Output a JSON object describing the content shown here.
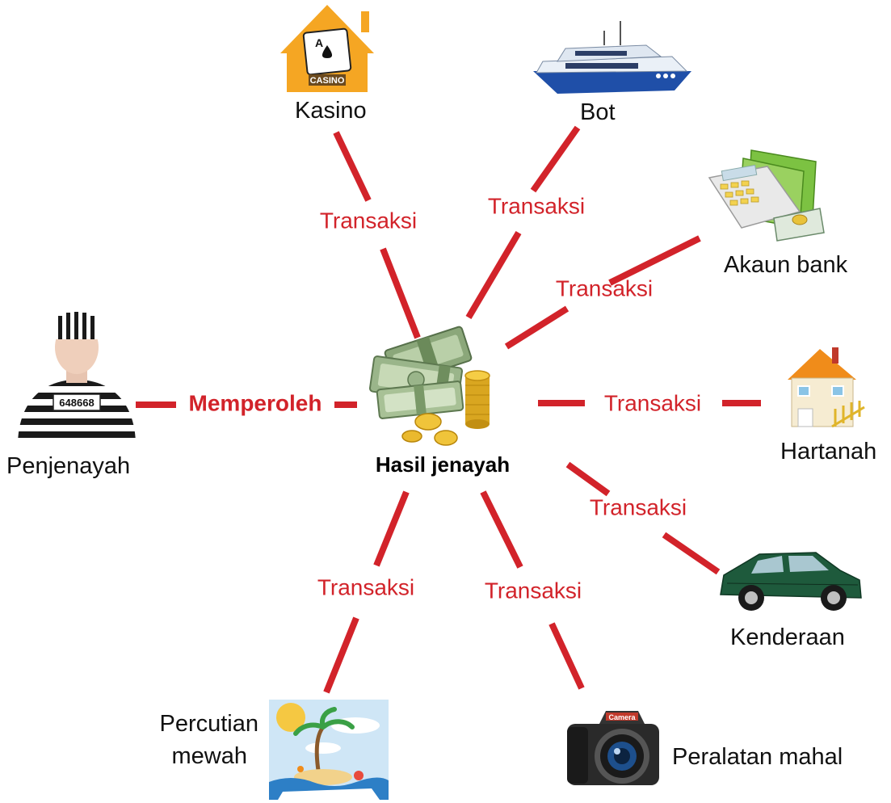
{
  "center": {
    "label": "Hasil jenayah",
    "icon": "money-icon"
  },
  "criminal": {
    "label": "Penjenayah",
    "icon": "prisoner-icon",
    "plate_number": "648668",
    "edge_label": "Memperoleh"
  },
  "destinations": [
    {
      "id": "kasino",
      "label": "Kasino",
      "icon": "casino-icon",
      "sign": "CASINO",
      "edge_label": "Transaksi"
    },
    {
      "id": "bot",
      "label": "Bot",
      "icon": "yacht-icon",
      "edge_label": "Transaksi"
    },
    {
      "id": "akaun-bank",
      "label": "Akaun bank",
      "icon": "bank-account-icon",
      "edge_label": "Transaksi"
    },
    {
      "id": "hartanah",
      "label": "Hartanah",
      "icon": "house-icon",
      "edge_label": "Transaksi"
    },
    {
      "id": "kenderaan",
      "label": "Kenderaan",
      "icon": "car-icon",
      "edge_label": "Transaksi"
    },
    {
      "id": "peralatan-mahal",
      "label": "Peralatan mahal",
      "icon": "camera-icon",
      "camera_brand": "Camera",
      "edge_label": "Transaksi"
    },
    {
      "id": "percutian-mewah",
      "label_lines": [
        "Percutian",
        "mewah"
      ],
      "icon": "vacation-icon",
      "edge_label": "Transaksi"
    }
  ],
  "colors": {
    "edge": "#d2232a",
    "edge_label": "#d2232a",
    "node_label": "#111111"
  }
}
